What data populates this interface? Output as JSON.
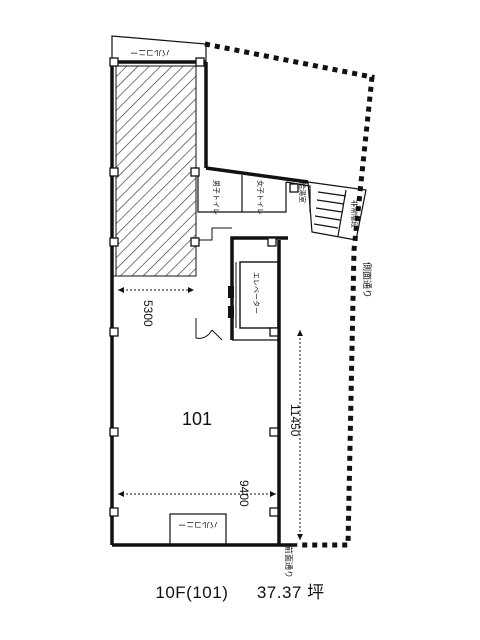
{
  "plan": {
    "unit_label": "101",
    "dim_depth_upper": "5300",
    "dim_depth_right": "11450",
    "dim_width": "9400",
    "balcony_top": "バルコニー",
    "balcony_bottom": "バルコニー",
    "elevator": "エレベーター",
    "toilet_men": "男子トイレ",
    "toilet_women": "女子トイレ",
    "water_room": "給湯室",
    "emergency_stair": "非常階段",
    "road_side": "側面通り",
    "road_front": "前面通り"
  },
  "caption": {
    "floor": "10F(101)",
    "area": "37.37 坪"
  }
}
